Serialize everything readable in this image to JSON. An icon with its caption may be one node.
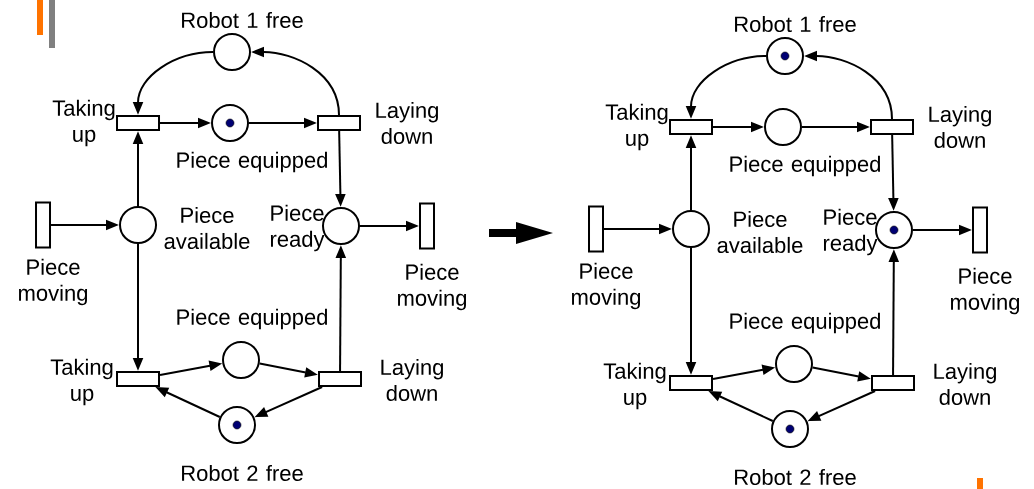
{
  "diagram": {
    "nodes": [
      {
        "text": [],
        "shape": "circle",
        "beside": [
          "Robot 1 free"
        ]
      },
      {
        "text": [],
        "shape": "box",
        "beside": [
          "Taking up"
        ]
      },
      {
        "text": [],
        "shape": "circle",
        "beside": [
          "Piece equipped"
        ]
      },
      {
        "text": [],
        "shape": "box",
        "beside": [
          "Laying down"
        ]
      },
      {
        "text": [],
        "shape": "bar",
        "beside": [
          "Piece moving"
        ]
      },
      {
        "text": [],
        "shape": "circle",
        "beside": [
          "Piece available"
        ]
      },
      {
        "text": [],
        "shape": "circle",
        "beside": [
          "Piece ready"
        ]
      },
      {
        "text": [],
        "shape": "bar",
        "beside": [
          "Piece moving"
        ]
      },
      {
        "text": [],
        "shape": "circle",
        "beside": [
          "Piece equipped"
        ]
      },
      {
        "text": [],
        "shape": "box",
        "beside": [
          "Taking up"
        ]
      },
      {
        "text": [],
        "shape": "box",
        "beside": [
          "Laying down"
        ]
      },
      {
        "text": [],
        "shape": "circle",
        "beside": [
          "Robot 2 free"
        ]
      },
      {
        "text": [],
        "shape": "circle",
        "beside": [
          "Robot 1 free"
        ]
      },
      {
        "text": [],
        "shape": "box",
        "beside": [
          "Taking up"
        ]
      },
      {
        "text": [],
        "shape": "circle",
        "beside": [
          "Piece equipped"
        ]
      },
      {
        "text": [],
        "shape": "box",
        "beside": [
          "Laying down"
        ]
      },
      {
        "text": [],
        "shape": "bar",
        "beside": [
          "Piece moving"
        ]
      },
      {
        "text": [],
        "shape": "circle",
        "beside": [
          "Piece available"
        ]
      },
      {
        "text": [],
        "shape": "circle",
        "beside": [
          "Piece ready"
        ]
      },
      {
        "text": [],
        "shape": "bar",
        "beside": [
          "Piece moving"
        ]
      },
      {
        "text": [],
        "shape": "circle",
        "beside": [
          "Piece equipped"
        ]
      },
      {
        "text": [],
        "shape": "box",
        "beside": [
          "Taking up"
        ]
      },
      {
        "text": [],
        "shape": "box",
        "beside": [
          "Laying down"
        ]
      },
      {
        "text": [],
        "shape": "circle",
        "beside": [
          "Robot 2 free"
        ]
      },
      {
        "text": [],
        "shape": "circle",
        "in": 2
      },
      {
        "text": [],
        "shape": "circle",
        "in": 11
      },
      {
        "text": [],
        "shape": "circle",
        "in": 12
      },
      {
        "text": [],
        "shape": "circle",
        "in": 18
      },
      {
        "text": [],
        "shape": "circle",
        "in": 23
      }
    ],
    "edges": [
      {
        "from": 0,
        "to": 1,
        "arrow": "to"
      },
      {
        "from": 1,
        "to": 2,
        "arrow": "to"
      },
      {
        "from": 2,
        "to": 3,
        "arrow": "to"
      },
      {
        "from": 3,
        "to": 0,
        "arrow": "to"
      },
      {
        "from": 3,
        "to": 6,
        "arrow": "to"
      },
      {
        "from": 4,
        "to": 5,
        "arrow": "to"
      },
      {
        "from": 5,
        "to": 1,
        "arrow": "to"
      },
      {
        "from": 5,
        "to": 9,
        "arrow": "to"
      },
      {
        "from": 6,
        "to": 7,
        "arrow": "to"
      },
      {
        "from": 9,
        "to": 8,
        "arrow": "to"
      },
      {
        "from": 8,
        "to": 10,
        "arrow": "to"
      },
      {
        "from": 10,
        "to": 6,
        "arrow": "to"
      },
      {
        "from": 10,
        "to": 11,
        "arrow": "to"
      },
      {
        "from": 11,
        "to": 9,
        "arrow": "to"
      },
      {
        "from": 12,
        "to": 13,
        "arrow": "to"
      },
      {
        "from": 13,
        "to": 14,
        "arrow": "to"
      },
      {
        "from": 14,
        "to": 15,
        "arrow": "to"
      },
      {
        "from": 15,
        "to": 12,
        "arrow": "to"
      },
      {
        "from": 15,
        "to": 18,
        "arrow": "to"
      },
      {
        "from": 16,
        "to": 17,
        "arrow": "to"
      },
      {
        "from": 17,
        "to": 13,
        "arrow": "to"
      },
      {
        "from": 17,
        "to": 21,
        "arrow": "to"
      },
      {
        "from": 18,
        "to": 19,
        "arrow": "to"
      },
      {
        "from": 21,
        "to": 20,
        "arrow": "to"
      },
      {
        "from": 20,
        "to": 22,
        "arrow": "to"
      },
      {
        "from": 22,
        "to": 18,
        "arrow": "to"
      },
      {
        "from": 22,
        "to": 23,
        "arrow": "to"
      },
      {
        "from": 23,
        "to": 21,
        "arrow": "to"
      }
    ]
  }
}
